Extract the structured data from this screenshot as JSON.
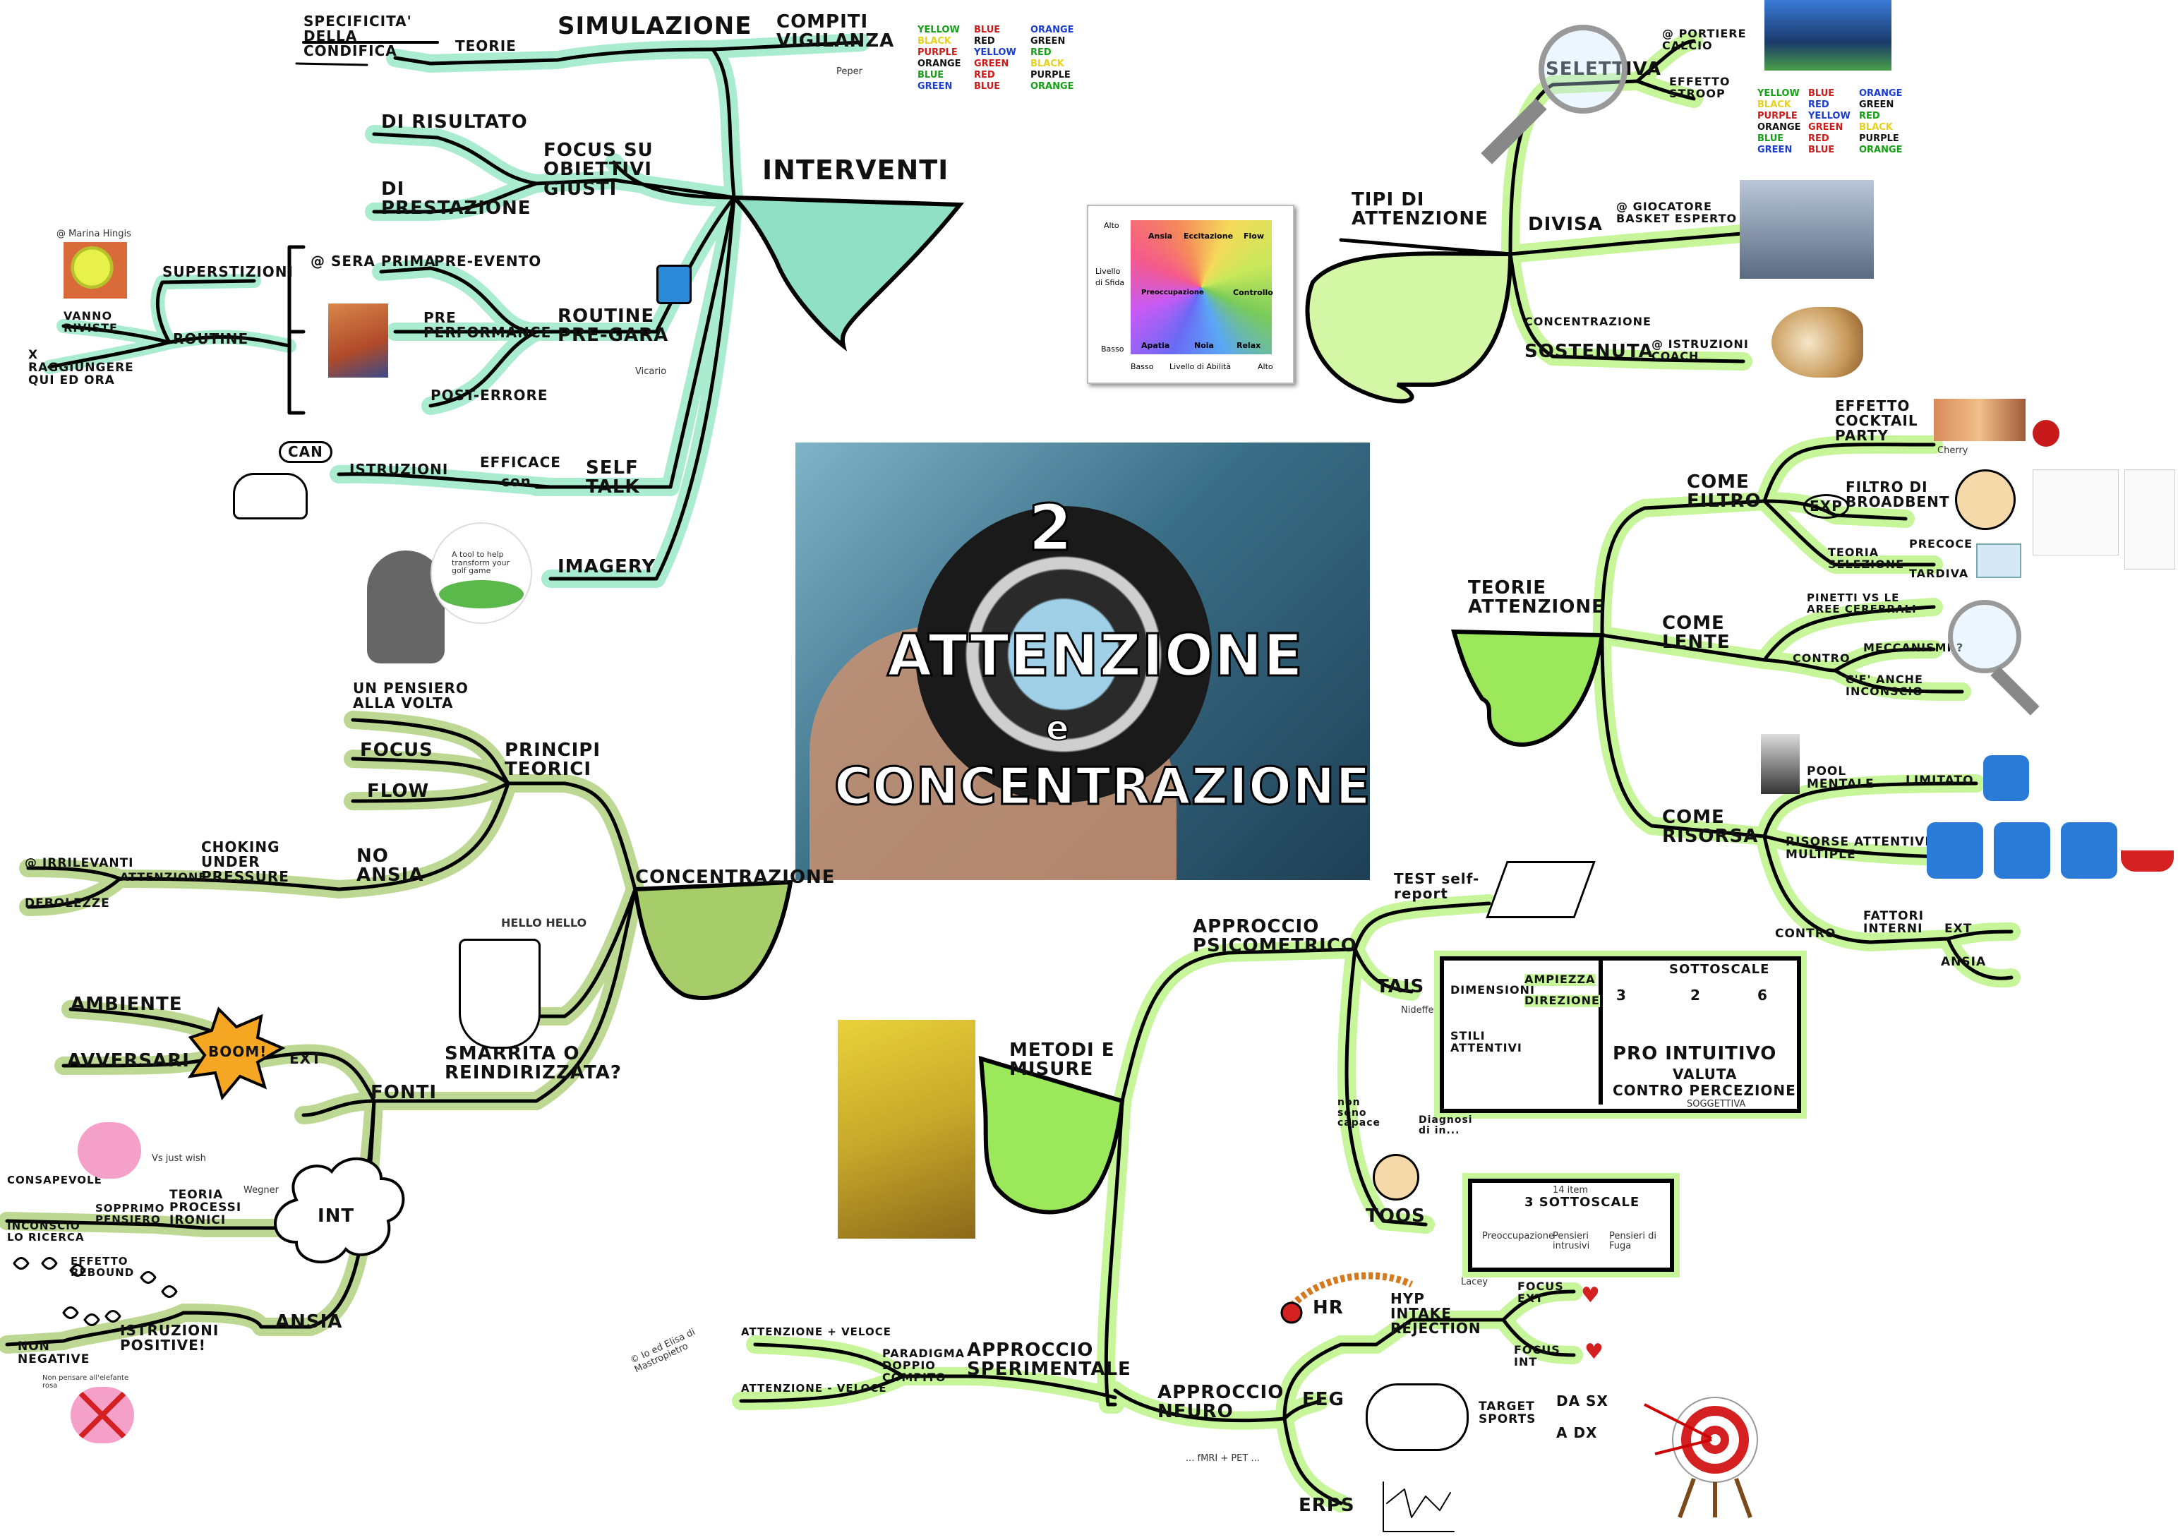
{
  "center": {
    "number": "2",
    "title_line1": "ATTENZIONE",
    "title_line2": "e",
    "title_line3": "CONCENTRAZIONE"
  },
  "interventi": {
    "hub": "INTERVENTI",
    "compiti_vigilanza": "COMPITI VIGILANZA",
    "peper": "Peper",
    "simulazione": "SIMULAZIONE",
    "teorie": "TEORIE",
    "specificita": "SPECIFICITA' della CONDIFICA",
    "focus": "FOCUS su OBIETTIVI GIUSTI",
    "risultato": "di RISULTATO",
    "prestazione": "di PRESTAZIONE",
    "routine_hub": "ROUTINE PRE-GARA",
    "pre_evento": "PRE-EVENTO",
    "pre_performance": "PRE PERFORMANCE",
    "post_errore": "POST-ERRORE",
    "sera_prima": "@ SERA PRIMA",
    "superstizioni": "SUPERSTIZIONI",
    "routine": "ROUTINE",
    "vanno_riviste": "VANNO RIVISTE",
    "raggiungere": "x RAGGIUNGERE QUI ed ORA",
    "marina": "@ Marina Hingis",
    "self_talk": "SELF TALK",
    "efficace": "EFFICACE",
    "con": "con",
    "istruzioni": "ISTRUZIONI",
    "can": "CAN",
    "imagery": "IMAGERY",
    "golf_caption": "A tool to help transform your golf game",
    "vicario": "Vicario"
  },
  "stroop_grid_left": [
    [
      {
        "t": "YELLOW",
        "c": "#15a015"
      },
      {
        "t": "BLUE",
        "c": "#d01a1a"
      },
      {
        "t": "ORANGE",
        "c": "#1a3cd0"
      }
    ],
    [
      {
        "t": "BLACK",
        "c": "#e6d21a"
      },
      {
        "t": "RED",
        "c": "#111111"
      },
      {
        "t": "GREEN",
        "c": "#111111"
      }
    ],
    [
      {
        "t": "PURPLE",
        "c": "#d01a1a"
      },
      {
        "t": "YELLOW",
        "c": "#1a3cd0"
      },
      {
        "t": "RED",
        "c": "#15a015"
      }
    ],
    [
      {
        "t": "ORANGE",
        "c": "#111111"
      },
      {
        "t": "GREEN",
        "c": "#d01a1a"
      },
      {
        "t": "BLACK",
        "c": "#e6d21a"
      }
    ],
    [
      {
        "t": "BLUE",
        "c": "#15a015"
      },
      {
        "t": "RED",
        "c": "#d01a1a"
      },
      {
        "t": "PURPLE",
        "c": "#111111"
      }
    ],
    [
      {
        "t": "GREEN",
        "c": "#1a3cd0"
      },
      {
        "t": "BLUE",
        "c": "#d01a1a"
      },
      {
        "t": "ORANGE",
        "c": "#15a015"
      }
    ]
  ],
  "stroop_grid_right": [
    [
      {
        "t": "YELLOW",
        "c": "#15a015"
      },
      {
        "t": "BLUE",
        "c": "#d01a1a"
      },
      {
        "t": "ORANGE",
        "c": "#1a3cd0"
      }
    ],
    [
      {
        "t": "BLACK",
        "c": "#e6d21a"
      },
      {
        "t": "RED",
        "c": "#1a3cd0"
      },
      {
        "t": "GREEN",
        "c": "#111111"
      }
    ],
    [
      {
        "t": "PURPLE",
        "c": "#d01a1a"
      },
      {
        "t": "YELLOW",
        "c": "#1a3cd0"
      },
      {
        "t": "RED",
        "c": "#15a015"
      }
    ],
    [
      {
        "t": "ORANGE",
        "c": "#111111"
      },
      {
        "t": "GREEN",
        "c": "#d01a1a"
      },
      {
        "t": "BLACK",
        "c": "#e6d21a"
      }
    ],
    [
      {
        "t": "BLUE",
        "c": "#15a015"
      },
      {
        "t": "RED",
        "c": "#d01a1a"
      },
      {
        "t": "PURPLE",
        "c": "#111111"
      }
    ],
    [
      {
        "t": "GREEN",
        "c": "#1a3cd0"
      },
      {
        "t": "BLUE",
        "c": "#d01a1a"
      },
      {
        "t": "ORANGE",
        "c": "#15a015"
      }
    ]
  ],
  "tipi": {
    "hub": "TIPI di ATTENZIONE",
    "selettiva": "SELETTIVA",
    "portiere": "@ PORTIERE CALCIO",
    "stroop": "EFFETTO STROOP",
    "divisa": "DIVISA",
    "giocatore": "@ GIOCATORE BASKET ESPERTO",
    "concentrazione": "CONCENTRAZIONE",
    "sostenuta": "SOSTENUTA",
    "istruzioni_coach": "@ ISTRUZIONI COACH"
  },
  "flow_chart": {
    "y_label": "Livello di Sfida",
    "y_high": "Alto",
    "y_low": "Basso",
    "x_label": "Livello di Abilità",
    "x_low": "Basso",
    "x_high": "Alto",
    "sectors": [
      "Ansia",
      "Eccitazione",
      "Flow",
      "Controllo",
      "Relax",
      "Noia",
      "Apatia",
      "Preoccupazione"
    ]
  },
  "teorie": {
    "hub": "TEORIE ATTENZIONE",
    "come_filtro": "COME FILTRO",
    "cocktail": "EFFETTO COCKTAIL PARTY",
    "cherry": "Cherry",
    "exp": "EXP",
    "filtro_broadbent": "FILTRO di BROADBENT",
    "teoria_selezione": "TEORIA SELEZIONE",
    "precoce": "PRECOCE",
    "tardiva": "TARDIVA",
    "come_lente": "COME LENTE",
    "pinetti": "PINETTI vs le AREE CEREBRALI",
    "contro": "CONTRO",
    "meccanismi": "MECCANISMI ?",
    "inconscio": "C'E' ANCHE INCONSCIO",
    "come_risorsa": "COME RISORSA",
    "pool": "POOL MENTALE",
    "limitato": "LIMITATO",
    "multiple": "RISORSE ATTENTIVE MULTIPLE",
    "contro2": "CONTRO",
    "fattori": "FATTORI INTERNI",
    "ext": "EXT",
    "ansia": "ANSIA"
  },
  "metodi": {
    "hub": "METODI e MISURE",
    "psicometrico": "APPROCCIO PSICOMETRICO",
    "test": "TEST self-report",
    "tais": "TAIS",
    "nideffer": "Nideffer",
    "dimensioni": "DIMENSIONI",
    "ampiezza": "AMPIEZZA",
    "direzione": "DIREZIONE",
    "stili": "STILI ATTENTIVI",
    "sottoscale": "SOTTOSCALE",
    "s3": "3",
    "s2": "2",
    "s6": "6",
    "pro": "PRO INTUITIVO",
    "valuta": "VALUTA",
    "contro": "CONTRO PERCEZIONE",
    "soggettiva": "SOGGETTIVA",
    "non_sono": "non sono capace",
    "diagnosi": "Diagnosi di in...",
    "toqs": "TOQS",
    "tre_sottoscale": "3 SOTTOSCALE",
    "item14": "14 item",
    "sub1": "Preoccupazione",
    "sub2": "Pensieri intrusivi",
    "sub3": "Pensieri di Fuga",
    "sperimentale": "APPROCCIO SPERIMENTALE",
    "paradigma": "PARADIGMA DOPPIO COMPITO",
    "att_veloce": "ATTENZIONE + VELOCE",
    "att_lenta": "ATTENZIONE - VELOCE",
    "neuro": "APPROCCIO NEURO",
    "fmri": "... fMRI + PET ...",
    "hr": "HR",
    "hyp": "hyp INTAKE REJECTION",
    "lacey": "Lacey",
    "focus_ext": "FOCUS EXT",
    "focus_int": "FOCUS INT",
    "eeg": "EEG",
    "target": "TARGET SPORTS",
    "da_sx": "da SX",
    "a_dx": "a DX",
    "erps": "ERPS",
    "elisa": "© Io ed Elisa di Mastropietro"
  },
  "concentrazione": {
    "hub": "CONCENTRAZIONE",
    "principi": "PRINCIPI TEORICI",
    "pensiero": "UN PENSIERO alla volta",
    "focus": "FOCUS",
    "flow": "FLOW",
    "no_ansia": "NO ANSIA",
    "choking": "CHOKING under PRESSURE",
    "attenzione": "ATTENZIONE",
    "irrilevanti": "@ IRRILEVANTI",
    "debolezze": "DEBOLEZZE",
    "smarrita": "SMARRITA o REINDIRIZZATA?",
    "hello": "HELLO HELLO",
    "fonti": "FONTI",
    "ambiente": "AMBIENTE",
    "avversari": "AVVERSARI",
    "boom": "BOOM!",
    "ext": "EXT",
    "int": "INT",
    "ansia": "ANSIA",
    "teoria": "TEORIA PROCESSI IRONICI",
    "wegner": "Wegner",
    "sopprimo": "SOPPRIMO PENSIERO",
    "consapevole": "CONSAPEVOLE",
    "inconscio": "INCONSCIO lo RICERCA",
    "rebound": "EFFETTO REBOUND",
    "istr_positive": "ISTRUZIONI POSITIVE!",
    "non_negative": "NON NEGATIVE",
    "elephant": "Vs just wish",
    "pink_caption": "Non pensare all'elefante rosa"
  },
  "colors": {
    "green_glow": "#c6f59a",
    "teal_glow": "#a9ecd0",
    "olive_glow": "#bcd893",
    "teal_fill": "#8fe0c4",
    "green_fill": "#b5ee77",
    "olive_fill": "#a7cc6a",
    "ink": "#000000"
  }
}
